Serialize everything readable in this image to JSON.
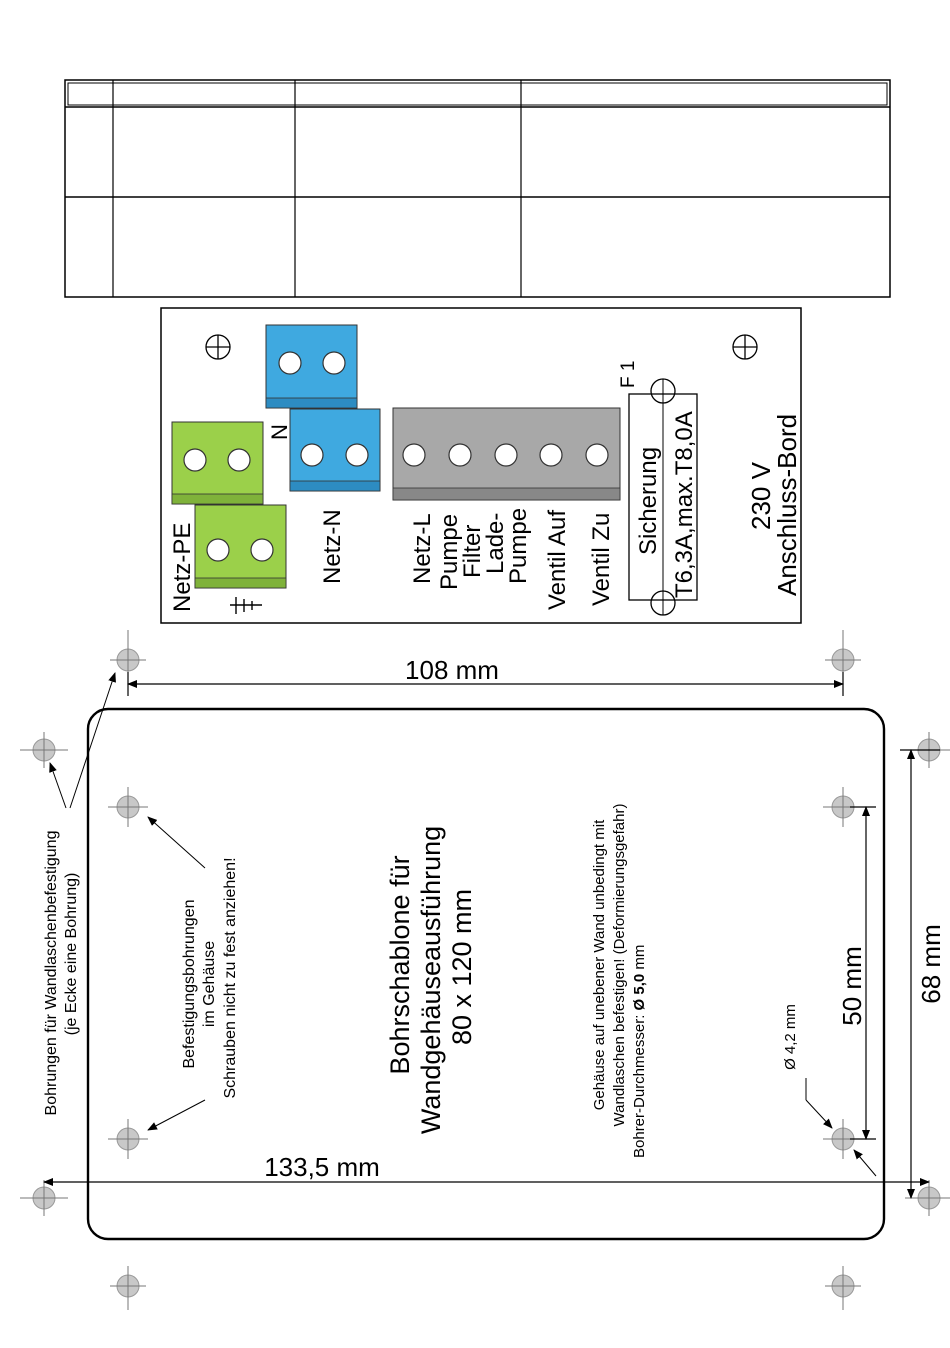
{
  "board": {
    "terminals": {
      "netz_pe": "Netz-PE",
      "netz_n": "Netz-N",
      "n_mark": "N",
      "netz_l": "Netz-L",
      "pumpe_filter_1": "Pumpe",
      "pumpe_filter_2": "Filter",
      "lade_pumpe_1": "Lade-",
      "lade_pumpe_2": "Pumpe",
      "ventil_auf": "Ventil Auf",
      "ventil_zu": "Ventil Zu"
    },
    "fuse": {
      "id": "F 1",
      "label_1": "Sicherung",
      "label_2": "T6,3A,max.T8,0A"
    },
    "voltage": "230 V",
    "title": "Anschluss-Bord",
    "colors": {
      "green": "#9bd04a",
      "blue": "#3fa9e0",
      "grey": "#a8a8a8"
    }
  },
  "template": {
    "title_1": "Bohrschablone für",
    "title_2": "Wandgehäuseausführung",
    "title_3": "80 x 120 mm",
    "dim_108": "108 mm",
    "dim_133": "133,5 mm",
    "dim_50": "50 mm",
    "dim_68": "68 mm",
    "dim_hole": "Ø 4,2 mm",
    "note_wall_1": "Bohrungen für Wandlaschenbefestigung",
    "note_wall_2": "(je Ecke eine Bohrung)",
    "note_mount_1": "Befestigungsbohrungen",
    "note_mount_2": "im Gehäuse",
    "note_mount_3": "Schrauben nicht zu fest anziehen!",
    "note_uneven_1": "Gehäuse auf unebener Wand unbedingt mit",
    "note_uneven_2": "Wandlaschen befestigen! (Deformierungsgefahr)",
    "note_drill_prefix": "Bohrer-Durchmesser: ",
    "note_drill_value": "Ø 5,0",
    "note_drill_unit": " mm"
  }
}
